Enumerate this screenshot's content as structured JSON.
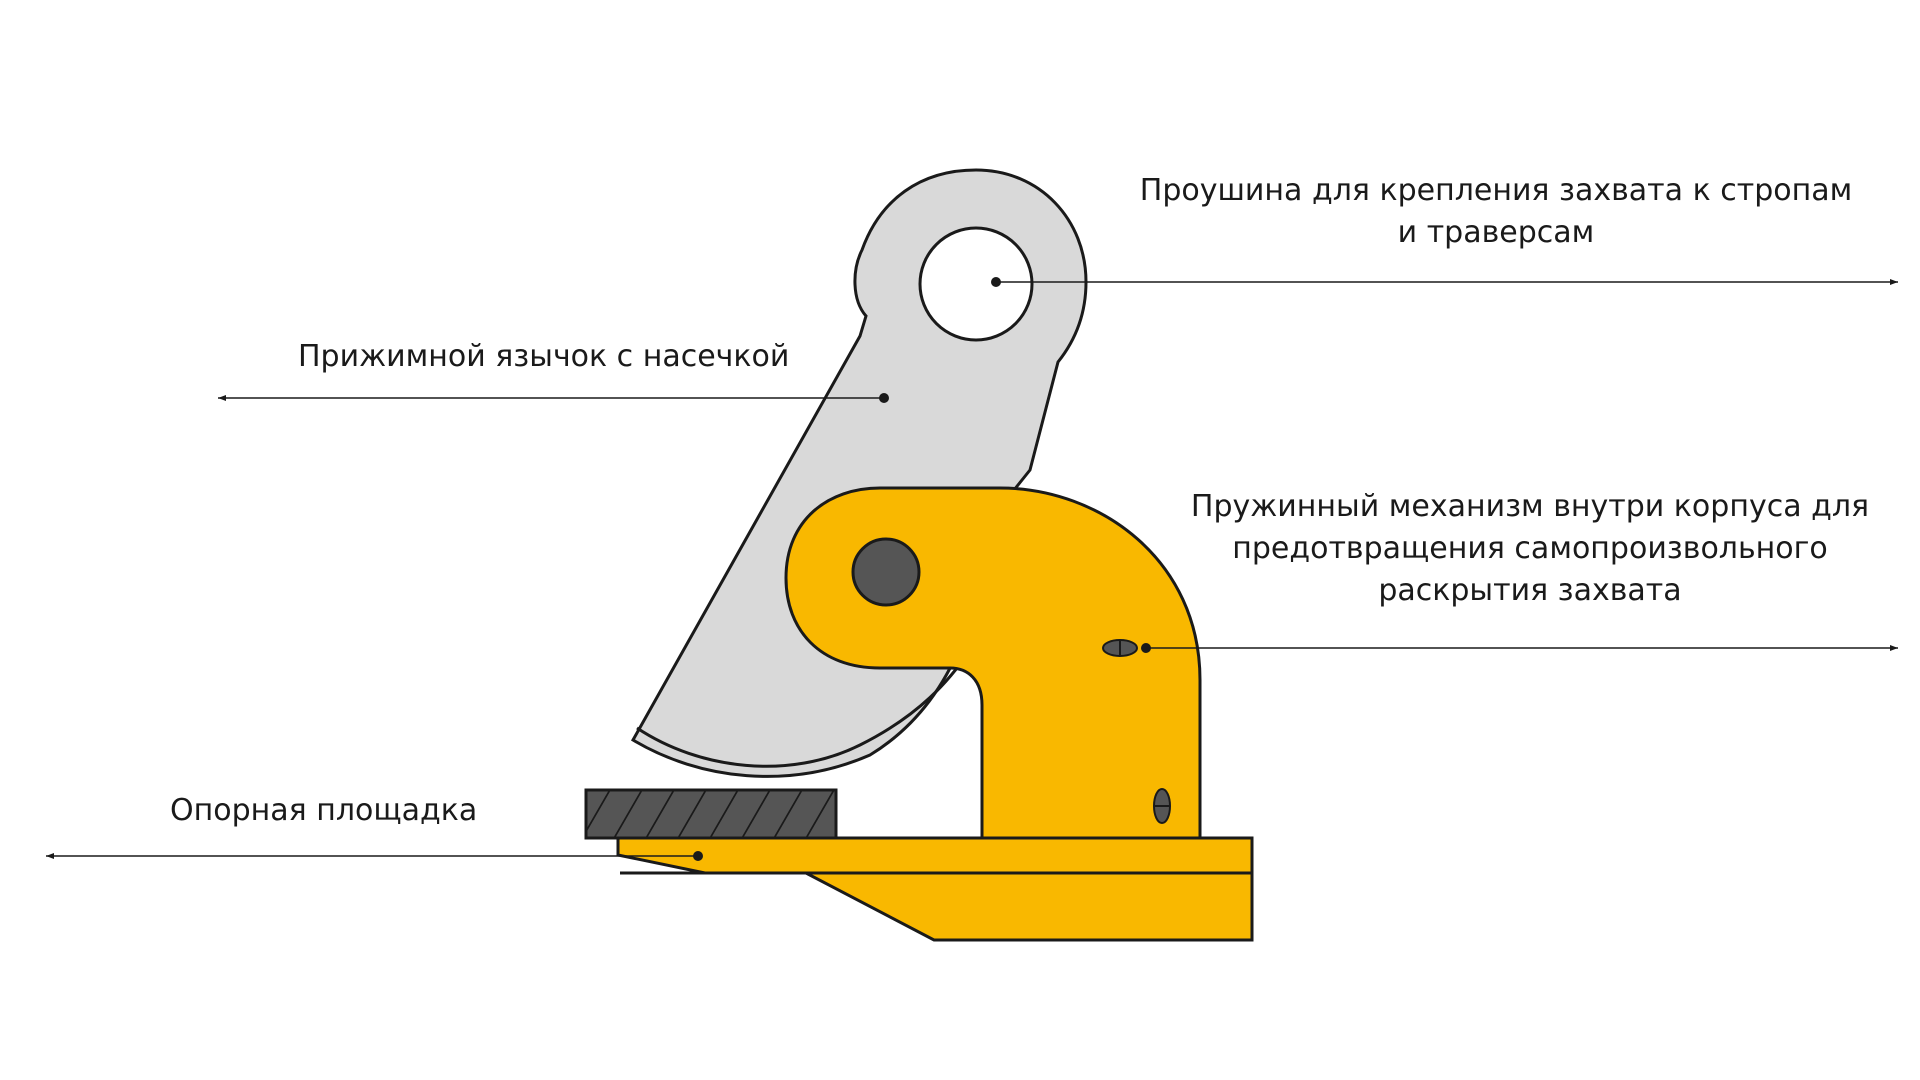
{
  "labels": {
    "eyelet": {
      "line1": "Проушина для крепления захвата к стропам",
      "line2": "и траверсам"
    },
    "tongue": {
      "line1": "Прижимной язычок с насечкой"
    },
    "spring": {
      "line1": "Пружинный механизм внутри корпуса для",
      "line2": "предотвращения самопроизвольного",
      "line3": "раскрытия захвата"
    },
    "platform": {
      "line1": "Опорная площадка"
    }
  },
  "colors": {
    "body": "#F9B800",
    "tongue": "#D9D9D9",
    "outline": "#1a1a1a",
    "pin": "#555555",
    "plate": "#555555",
    "background": "#FFFFFF"
  }
}
